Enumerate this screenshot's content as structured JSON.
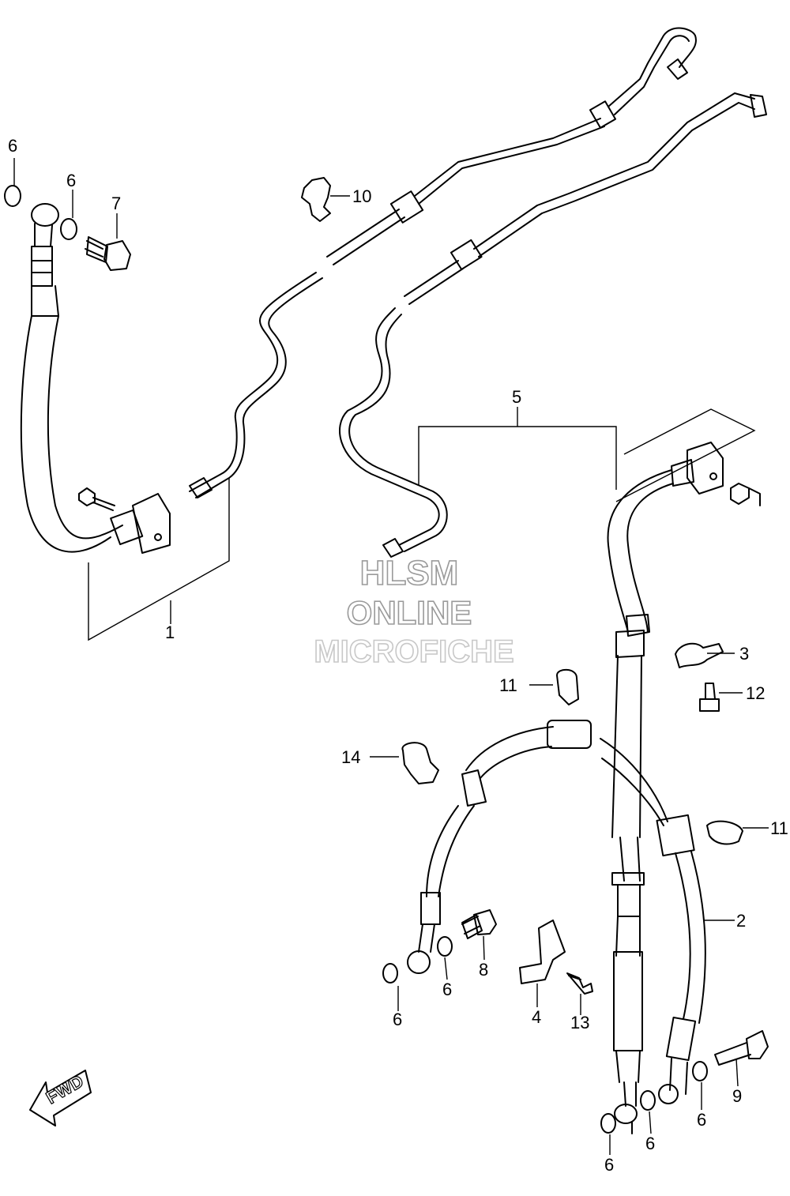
{
  "callouts": {
    "c1": "1",
    "c2": "2",
    "c3": "3",
    "c4": "4",
    "c5": "5",
    "c6a": "6",
    "c6b": "6",
    "c6c": "6",
    "c6d": "6",
    "c6e": "6",
    "c6f": "6",
    "c6g": "6",
    "c7": "7",
    "c8": "8",
    "c9": "9",
    "c10": "10",
    "c11a": "11",
    "c11b": "11",
    "c12": "12",
    "c13": "13",
    "c14": "14"
  },
  "watermark": {
    "line1": "HLSM",
    "line2": "ONLINE",
    "line3": "MICROFICHE"
  },
  "fwd_label": "FWD"
}
